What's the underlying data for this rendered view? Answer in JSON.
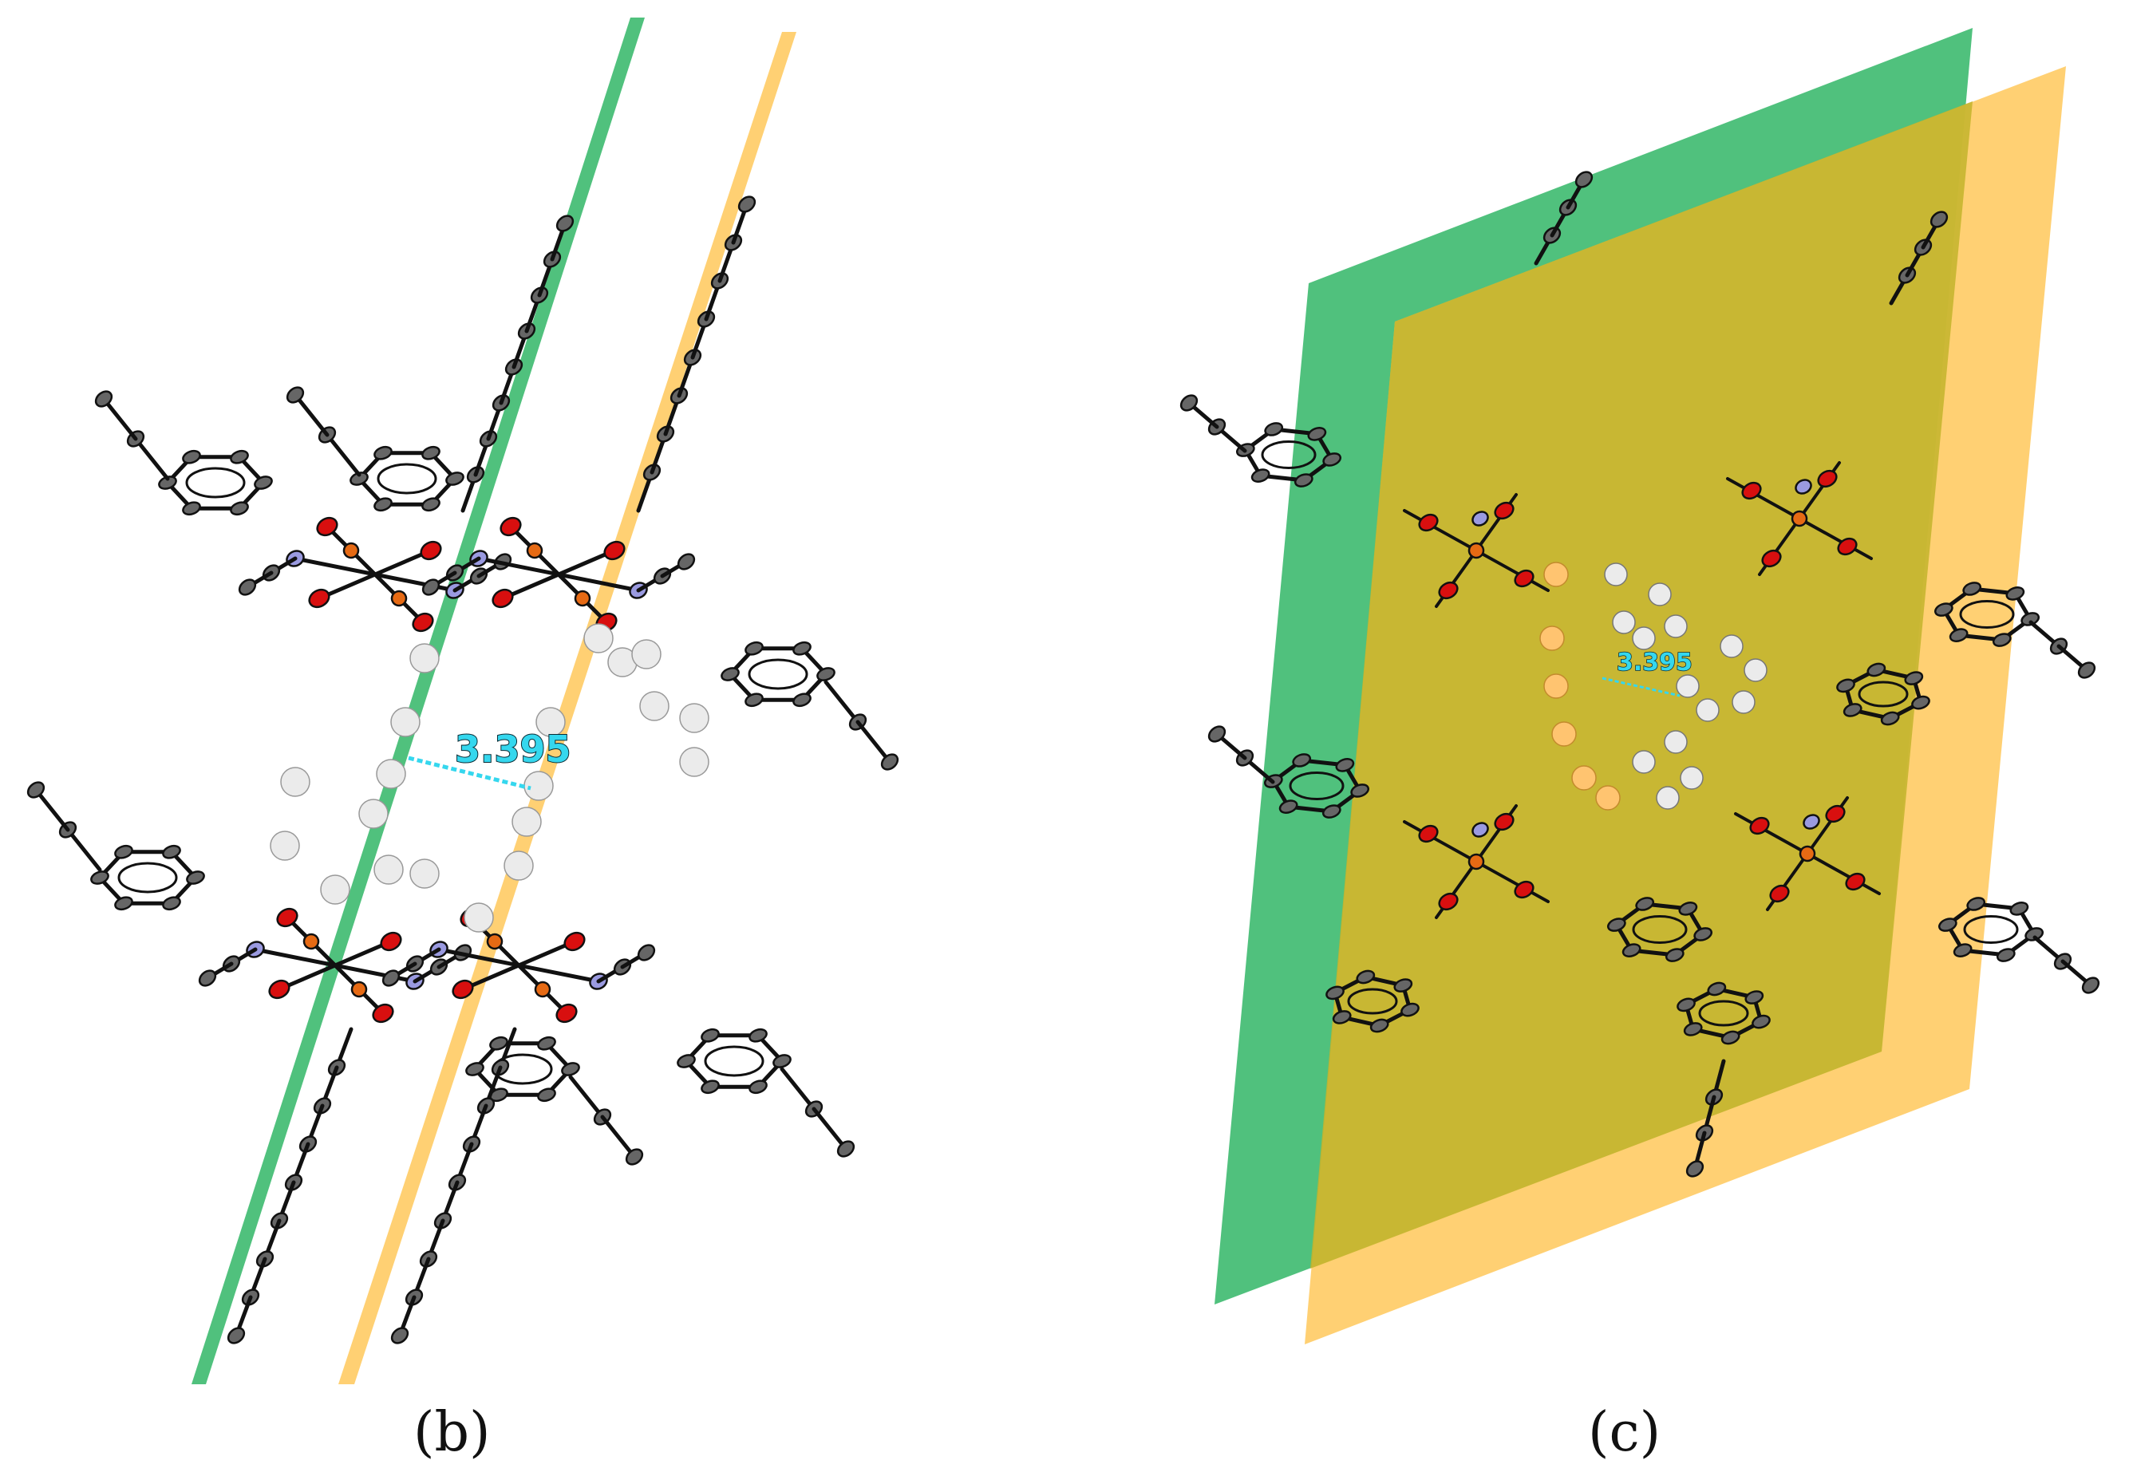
{
  "panels": [
    {
      "label": "(b)",
      "distance": "3.395"
    },
    {
      "label": "(c)",
      "distance": "3.395"
    }
  ],
  "colors": {
    "plane_green": "#3dba6f",
    "plane_orange": "#ffc85a",
    "overlap": "#c3b42b",
    "oxygen": "#d80f0f",
    "metal": "#e66a14",
    "nitrogen": "#9a9ae0",
    "carbon": "#666666",
    "highlight_atom": "#ebebeb",
    "distance_label": "#35d7ee"
  },
  "icons": [
    "molecule-structure-icon"
  ]
}
